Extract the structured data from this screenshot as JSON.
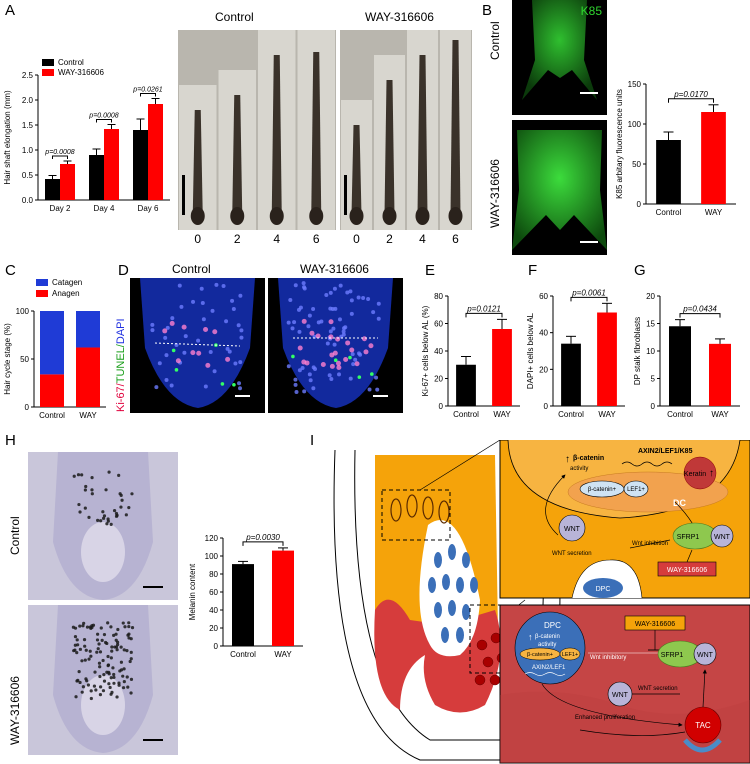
{
  "panels": {
    "A": {
      "letter": "A",
      "chart_data": {
        "type": "bar",
        "ylabel": "Hair shaft elongation (mm)",
        "categories": [
          "Day 2",
          "Day 4",
          "Day 6"
        ],
        "ylim": [
          0,
          2.5
        ],
        "yticks": [
          "0.0",
          "0.5",
          "1.0",
          "1.5",
          "2.0",
          "2.5"
        ],
        "series": [
          {
            "name": "Control",
            "color": "#000000",
            "values": [
              0.42,
              0.9,
              1.4
            ],
            "err": [
              0.07,
              0.12,
              0.22
            ]
          },
          {
            "name": "WAY-316606",
            "color": "#ff0000",
            "values": [
              0.72,
              1.42,
              1.92
            ],
            "err": [
              0.06,
              0.09,
              0.11
            ]
          }
        ],
        "pvalues": [
          "p=0.0008",
          "p=0.0008",
          "p=0.0261"
        ]
      },
      "photo_titles": [
        "Control",
        "WAY-316606"
      ],
      "days_control": [
        "0",
        "2",
        "4",
        "6"
      ],
      "days_way": [
        "0",
        "2",
        "4",
        "6"
      ]
    },
    "B": {
      "letter": "B",
      "marker": "K85",
      "label_control": "Control",
      "label_way": "WAY-316606",
      "chart_data": {
        "type": "bar",
        "ylabel": "K85 arbitary fluorescence units",
        "categories": [
          "Control",
          "WAY"
        ],
        "values": [
          80,
          115
        ],
        "err": [
          10,
          9
        ],
        "colors": [
          "#000000",
          "#ff0000"
        ],
        "ylim": [
          0,
          150
        ],
        "yticks": [
          "0",
          "50",
          "100",
          "150"
        ],
        "pvalue": "p=0.0170"
      }
    },
    "C": {
      "letter": "C",
      "chart_data": {
        "type": "bar",
        "stacked": true,
        "ylabel": "Hair cycle stage (%)",
        "categories": [
          "Control",
          "WAY"
        ],
        "series": [
          {
            "name": "Catagen",
            "color": "#1f3bd6",
            "values": [
              66,
              38
            ]
          },
          {
            "name": "Anagen",
            "color": "#ff0000",
            "values": [
              34,
              62
            ]
          }
        ],
        "ylim": [
          0,
          100
        ],
        "yticks": [
          "0",
          "50",
          "100"
        ]
      }
    },
    "D": {
      "letter": "D",
      "title_control": "Control",
      "title_way": "WAY-316606",
      "stain_ki67": "Ki-67/",
      "stain_tunel": "TUNEL/",
      "stain_dapi": "DAPI"
    },
    "E": {
      "letter": "E",
      "chart_data": {
        "type": "bar",
        "ylabel": "Ki-67+ cells below AL (%)",
        "categories": [
          "Control",
          "WAY"
        ],
        "values": [
          30,
          56
        ],
        "err": [
          6,
          7
        ],
        "colors": [
          "#000000",
          "#ff0000"
        ],
        "ylim": [
          0,
          80
        ],
        "yticks": [
          "0",
          "20",
          "40",
          "60",
          "80"
        ],
        "pvalue": "p=0.0121"
      }
    },
    "F": {
      "letter": "F",
      "chart_data": {
        "type": "bar",
        "ylabel": "DAPI+ cells below AL",
        "categories": [
          "Control",
          "WAY"
        ],
        "values": [
          34,
          51
        ],
        "err": [
          4,
          5
        ],
        "colors": [
          "#000000",
          "#ff0000"
        ],
        "ylim": [
          0,
          60
        ],
        "yticks": [
          "0",
          "20",
          "40",
          "60"
        ],
        "pvalue": "p=0.0061"
      }
    },
    "G": {
      "letter": "G",
      "chart_data": {
        "type": "bar",
        "ylabel": "DP stalk fibroblasts",
        "categories": [
          "Control",
          "WAY"
        ],
        "values": [
          14.5,
          11.3
        ],
        "err": [
          1.2,
          0.9
        ],
        "colors": [
          "#000000",
          "#ff0000"
        ],
        "ylim": [
          0,
          20
        ],
        "yticks": [
          "0",
          "5",
          "10",
          "15",
          "20"
        ],
        "pvalue": "p=0.0434"
      }
    },
    "H": {
      "letter": "H",
      "label_control": "Control",
      "label_way": "WAY-316606",
      "chart_data": {
        "type": "bar",
        "ylabel": "Melanin content",
        "categories": [
          "Control",
          "WAY"
        ],
        "values": [
          91,
          106
        ],
        "err": [
          3,
          3
        ],
        "colors": [
          "#000000",
          "#ff0000"
        ],
        "ylim": [
          0,
          120
        ],
        "yticks": [
          "0",
          "20",
          "40",
          "60",
          "80",
          "100",
          "120"
        ],
        "pvalue": "p=0.0030"
      }
    },
    "I": {
      "letter": "I",
      "top": {
        "bcat_up": "β-catenin",
        "activity": "activity",
        "targets": "AXIN2/LEF1/K85",
        "bcat_node": "β-catenin+",
        "lef1": "LEF1+",
        "keratin": "Keratin",
        "dc": "DC",
        "wnt": "WNT",
        "wnt_secretion": "WNT secretion",
        "wnt_inhibition": "Wnt inhibition",
        "sfrp1": "SFRP1",
        "wnt2": "WNT",
        "dpc": "DPC",
        "drug": "WAY-316606"
      },
      "bottom": {
        "dpc": "DPC",
        "bcat_up": "β-catenin",
        "activity": "activity",
        "bcat_node": "β-catenin+",
        "lef1": "LEF1+",
        "axin": "AXIN2/LEF1",
        "drug": "WAY-316606",
        "wnt_inhibitory": "Wnt inhibitory",
        "sfrp1": "SFRP1",
        "wnt": "WNT",
        "wnt2": "WNT",
        "wnt_secretion": "WNT secretion",
        "enhanced": "Enhanced proliferation",
        "tac": "TAC"
      }
    }
  }
}
